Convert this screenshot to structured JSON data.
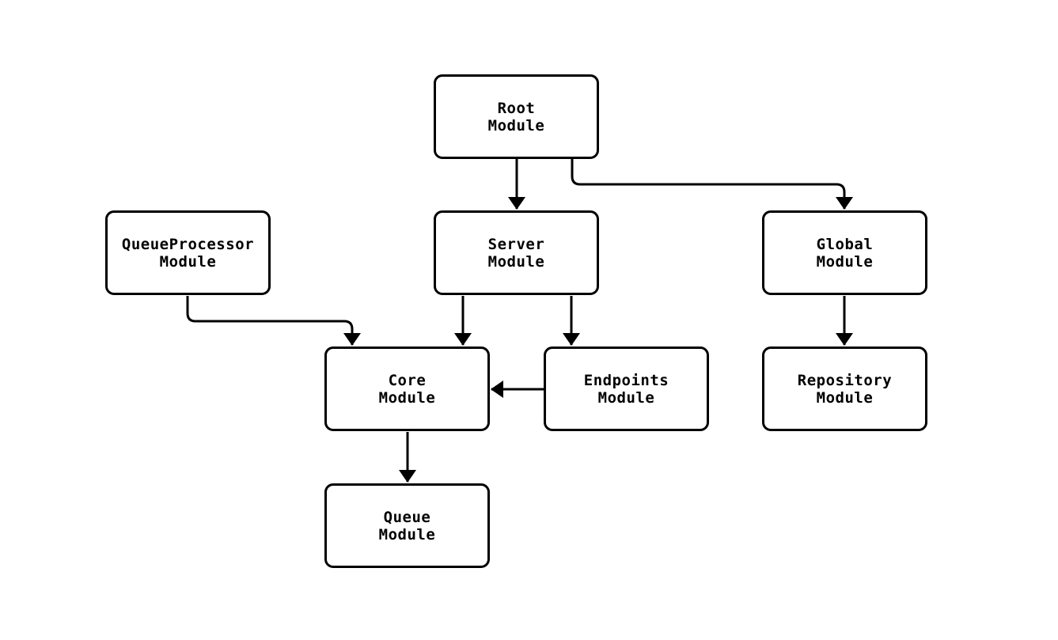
{
  "diagram": {
    "type": "module-dependency-flowchart",
    "colors": {
      "background": "#ffffff",
      "node_fill": "#ffffff",
      "node_border": "#000000",
      "edge": "#000000",
      "text": "#000000"
    },
    "nodes": [
      {
        "id": "root",
        "line1": "Root",
        "line2": "Module"
      },
      {
        "id": "queueprocessor",
        "line1": "QueueProcessor",
        "line2": "Module"
      },
      {
        "id": "server",
        "line1": "Server",
        "line2": "Module"
      },
      {
        "id": "global",
        "line1": "Global",
        "line2": "Module"
      },
      {
        "id": "core",
        "line1": "Core",
        "line2": "Module"
      },
      {
        "id": "endpoints",
        "line1": "Endpoints",
        "line2": "Module"
      },
      {
        "id": "repository",
        "line1": "Repository",
        "line2": "Module"
      },
      {
        "id": "queue",
        "line1": "Queue",
        "line2": "Module"
      }
    ],
    "edges": [
      {
        "from": "Root Module",
        "to": "Server Module"
      },
      {
        "from": "Root Module",
        "to": "Global Module"
      },
      {
        "from": "QueueProcessor Module",
        "to": "Core Module"
      },
      {
        "from": "Server Module",
        "to": "Core Module"
      },
      {
        "from": "Server Module",
        "to": "Endpoints Module"
      },
      {
        "from": "Endpoints Module",
        "to": "Core Module"
      },
      {
        "from": "Core Module",
        "to": "Queue Module"
      },
      {
        "from": "Global Module",
        "to": "Repository Module"
      }
    ]
  }
}
